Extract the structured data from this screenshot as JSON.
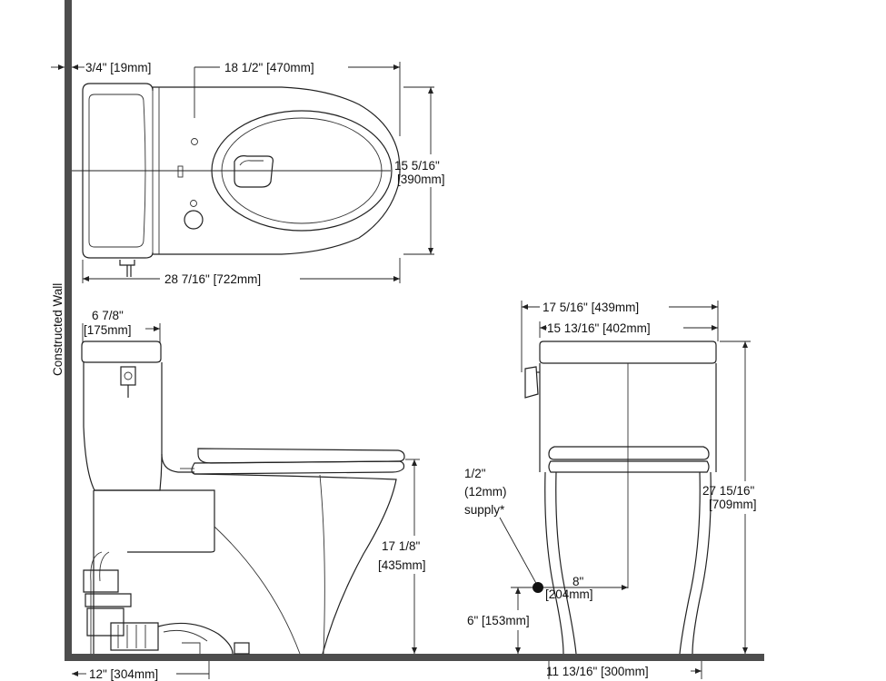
{
  "wall_label": "Constructed Wall",
  "plan_view": {
    "dim_wall_gap": "3/4\" [19mm]",
    "dim_outlet_to_front": "18 1/2\" [470mm]",
    "dim_width_in": "15 5/16\"",
    "dim_width_mm": "[390mm]",
    "dim_overall_length": "28 7/16\" [722mm]"
  },
  "side_view": {
    "dim_tank_depth_in": "6 7/8\"",
    "dim_tank_depth_mm": "[175mm]",
    "dim_rim_height_in": "17 1/8\"",
    "dim_rim_height_mm": "[435mm]",
    "dim_rough_in": "12\" [304mm]"
  },
  "front_view": {
    "dim_tank_width": "17 5/16\" [439mm]",
    "dim_bowl_width": "15 13/16\" [402mm]",
    "supply_label_1": "1/2\"",
    "supply_label_2": "(12mm)",
    "supply_label_3": "supply*",
    "dim_supply_offset_in": "8\"",
    "dim_supply_offset_mm": "[204mm]",
    "dim_supply_height": "6\" [153mm]",
    "dim_overall_height_in": "27 15/16\"",
    "dim_overall_height_mm": "[709mm]",
    "dim_base_width": "11 13/16\" [300mm]"
  }
}
